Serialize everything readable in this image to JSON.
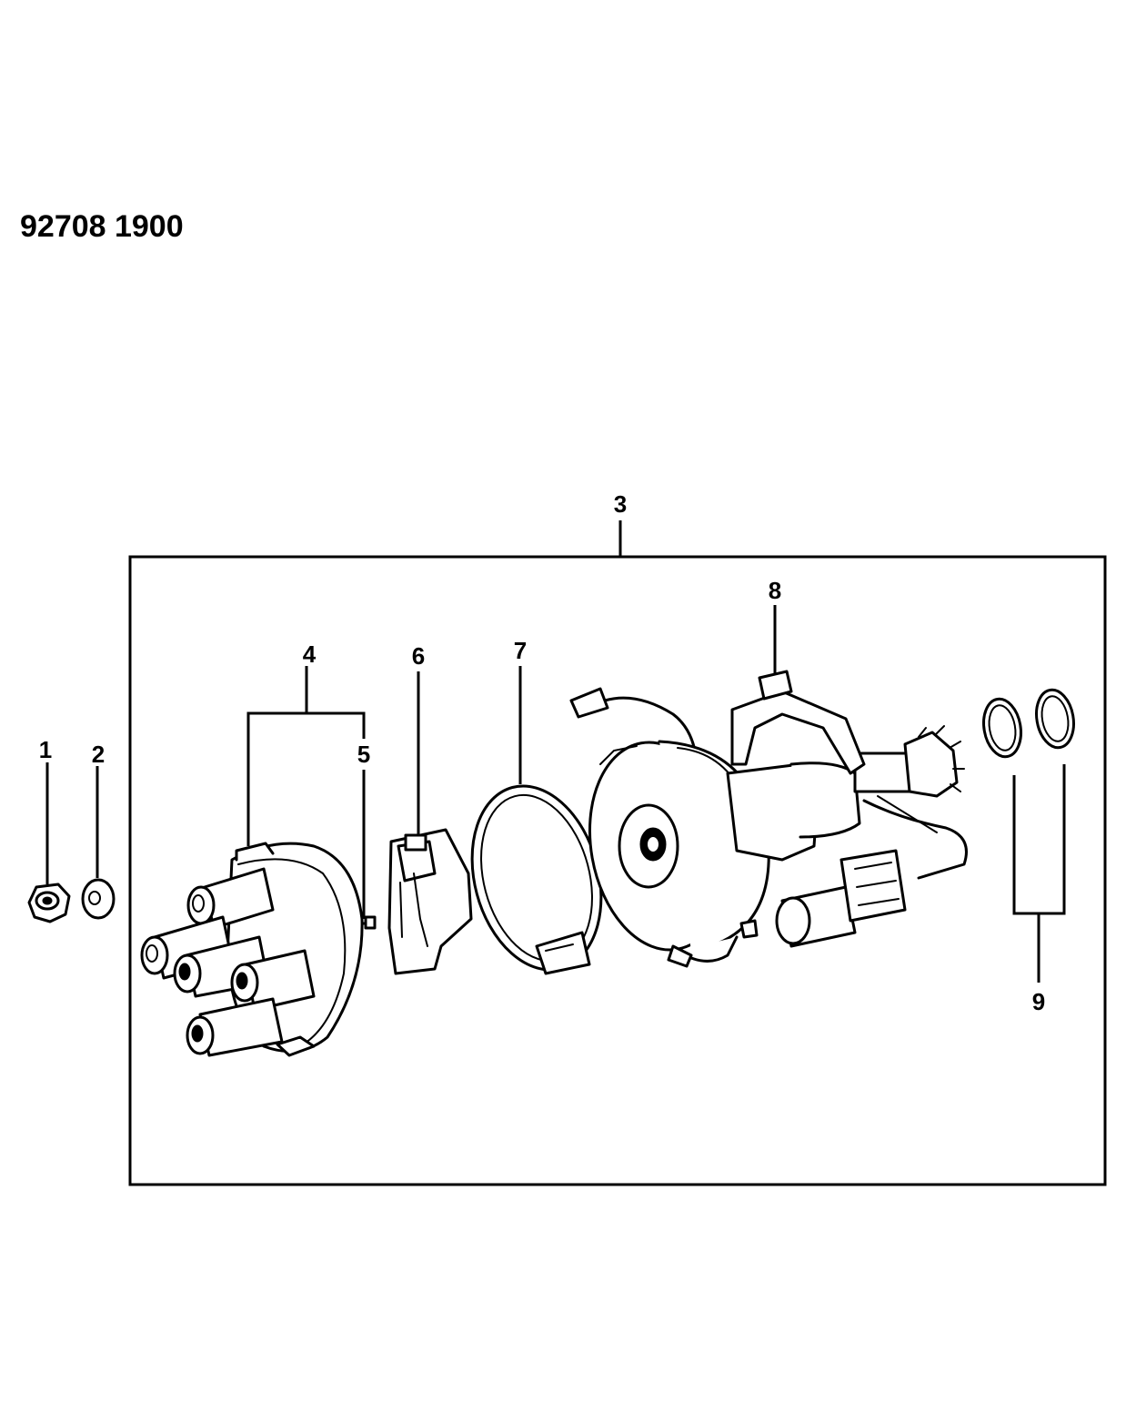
{
  "diagram_number": "92708 1900",
  "callouts": [
    "1",
    "2",
    "3",
    "4",
    "5",
    "6",
    "7",
    "8",
    "9"
  ],
  "colors": {
    "ink": "#000000",
    "paper": "#ffffff"
  }
}
